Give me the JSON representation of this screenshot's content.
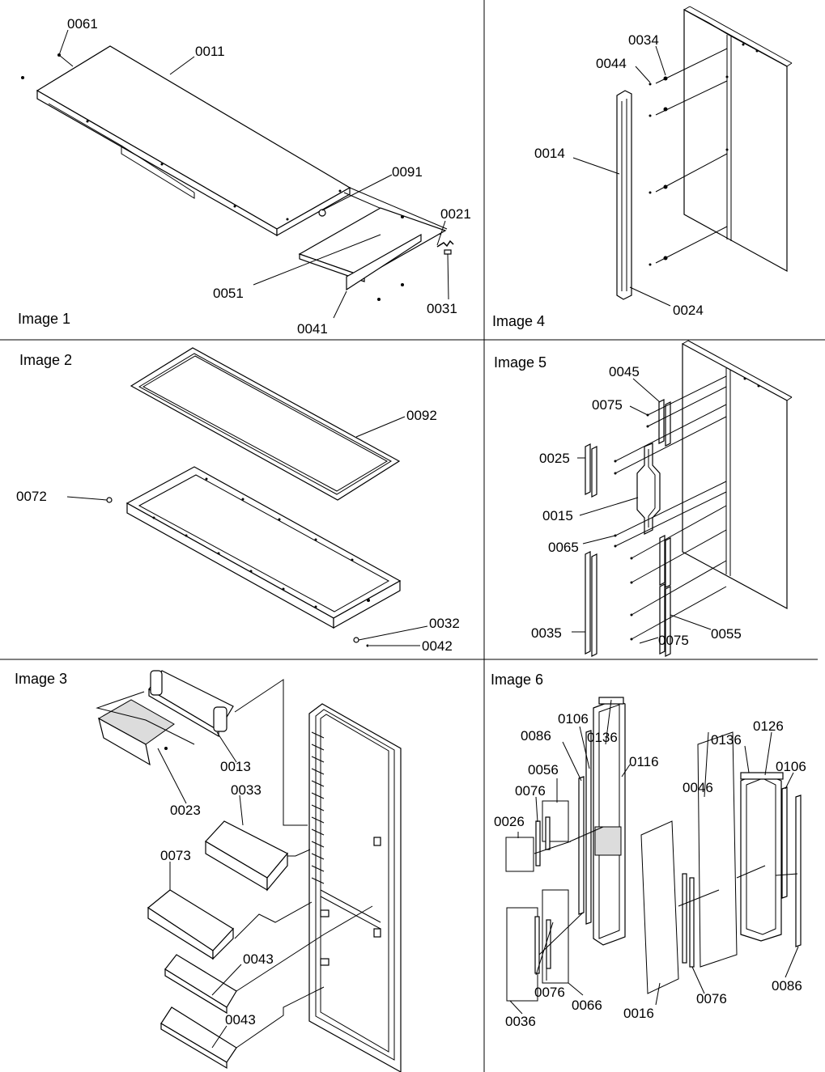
{
  "panels": [
    {
      "id": "img1",
      "caption": "Image 1",
      "labels": [
        "0061",
        "0011",
        "0091",
        "0021",
        "0051",
        "0031",
        "0041"
      ]
    },
    {
      "id": "img2",
      "caption": "Image 2",
      "labels": [
        "0092",
        "0072",
        "0032",
        "0042"
      ]
    },
    {
      "id": "img3",
      "caption": "Image 3",
      "labels": [
        "0013",
        "0023",
        "0033",
        "0073",
        "0043",
        "0043"
      ]
    },
    {
      "id": "img4",
      "caption": "Image 4",
      "labels": [
        "0034",
        "0044",
        "0014",
        "0024"
      ]
    },
    {
      "id": "img5",
      "caption": "Image 5",
      "labels": [
        "0045",
        "0075",
        "0025",
        "0015",
        "0065",
        "0035",
        "0075",
        "0055"
      ]
    },
    {
      "id": "img6",
      "caption": "Image 6",
      "labels": [
        "0106",
        "0136",
        "0116",
        "0086",
        "0056",
        "0076",
        "0026",
        "0136",
        "0126",
        "0106",
        "0046",
        "0076",
        "0066",
        "0036",
        "0016",
        "0076",
        "0086"
      ]
    }
  ]
}
